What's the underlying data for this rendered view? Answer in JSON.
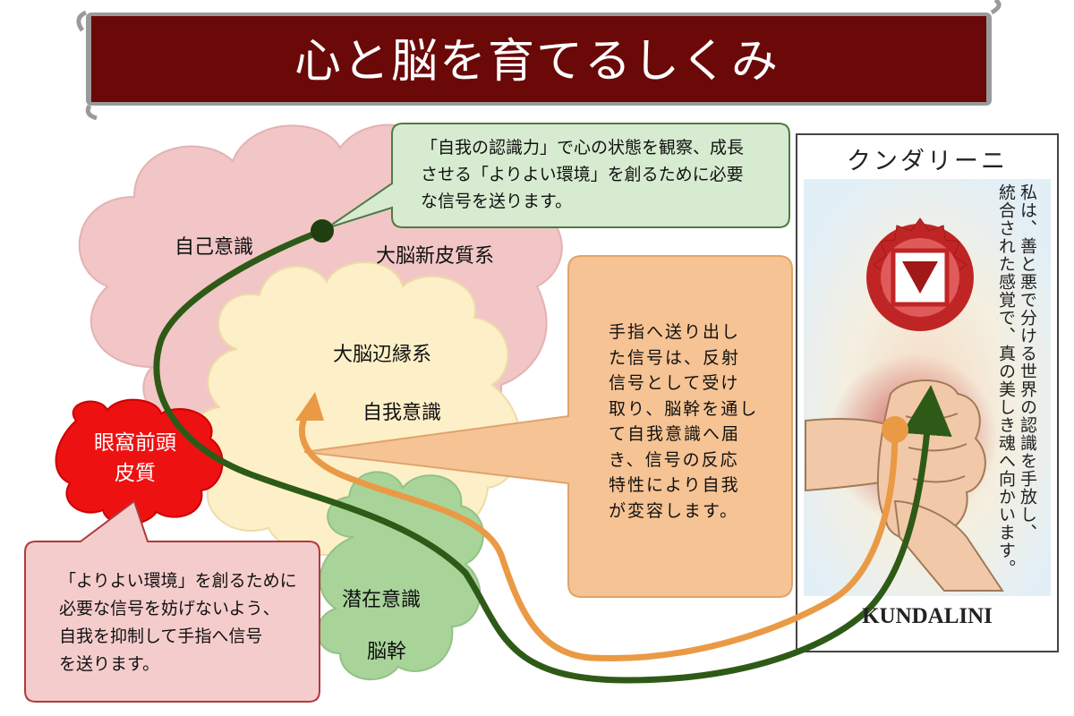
{
  "title": "心と脳を育てるしくみ",
  "regions": {
    "self_consciousness": "自己意識",
    "neocortex": "大脳新皮質系",
    "limbic": "大脳辺縁系",
    "ego_consciousness": "自我意識",
    "orbitofrontal": "眼窩前頭皮質",
    "subconscious": "潜在意識",
    "brainstem": "脳幹"
  },
  "bubbles": {
    "top_green": [
      "「自我の認識力」で心の状態を観察、成長",
      "させる「よりよい環境」を創るために必要",
      "な信号を送ります。"
    ],
    "orange": [
      "手指へ送り出し",
      "た信号は、反射",
      "信号として受け",
      "取り、脳幹を通し",
      "て自我意識へ届",
      "き、信号の反応",
      "特性により自我",
      "が変容します。"
    ],
    "pink": [
      "「よりよい環境」を創るために",
      "必要な信号を妨げないよう、",
      "自我を抑制して手指へ信号",
      "を送ります。"
    ]
  },
  "card": {
    "title": "クンダリーニ",
    "footer": "KUNDALINI",
    "vertical_text": [
      "私は、善と悪で分ける世界の認識を手放し、",
      "統合された感覚で、真の美しき魂へ向かいます。"
    ]
  },
  "colors": {
    "banner": "#6b0808",
    "banner_border": "#9a9a9a",
    "neocortex_fill": "#f2c6c6",
    "limbic_fill": "#fdf0c8",
    "subconscious_fill": "#a8d49a",
    "orbitofrontal_fill": "#ee1111",
    "green_path": "#2e5a17",
    "orange_path": "#ea9a45",
    "green_bubble": "#d6ebd0",
    "orange_bubble": "#f6c394",
    "pink_bubble": "#f5cccc"
  }
}
